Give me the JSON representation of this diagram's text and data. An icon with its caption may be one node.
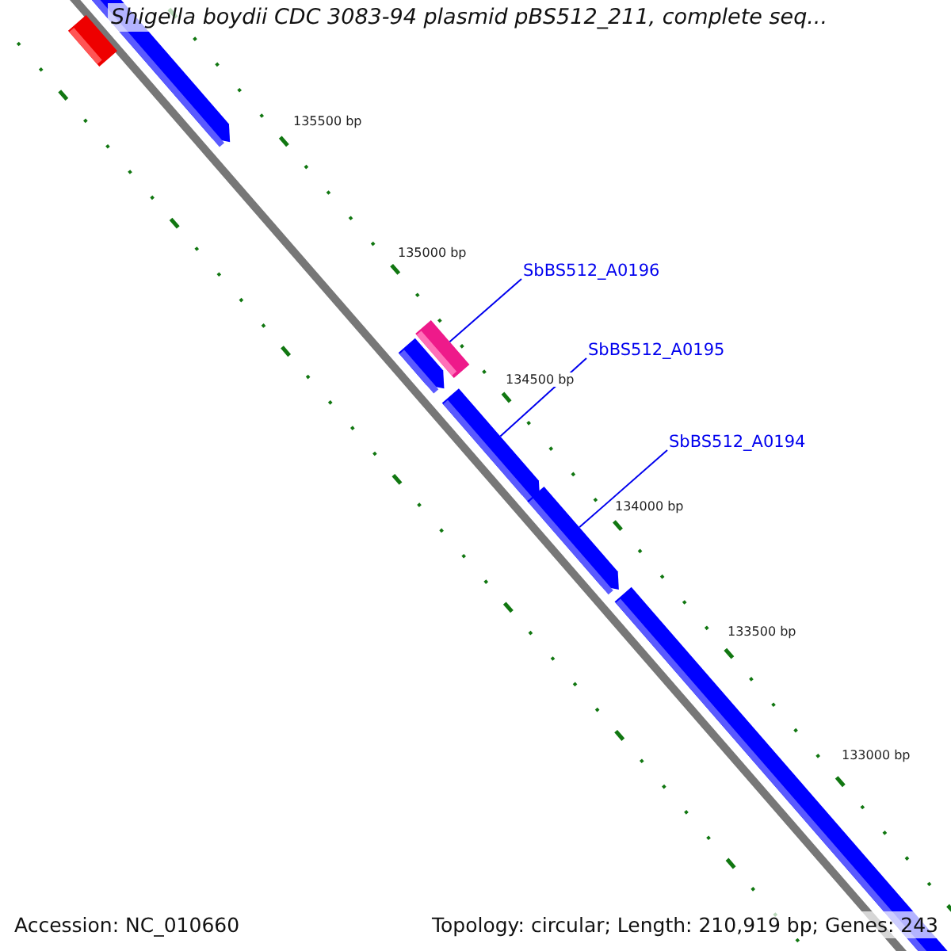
{
  "diagram": {
    "title": "Shigella boydii CDC 3083-94 plasmid pBS512_211, complete seq...",
    "nodes": [
      {
        "text": [
          "SbBS512_A0196"
        ]
      },
      {
        "text": [],
        "shape": "box"
      },
      {
        "text": [
          "SbBS512_A0195"
        ]
      },
      {
        "text": [],
        "shape": "arrow"
      },
      {
        "text": [
          "SbBS512_A0194"
        ]
      },
      {
        "text": [],
        "shape": "arrow"
      }
    ],
    "edges": [
      {
        "from": 0,
        "to": 1,
        "arrow": "none"
      },
      {
        "from": 2,
        "to": 3,
        "arrow": "none"
      },
      {
        "from": 4,
        "to": 5,
        "arrow": "none"
      }
    ],
    "labels": [
      "135500 bp",
      "135000 bp",
      "134500 bp",
      "134000 bp",
      "133500 bp",
      "133000 bp",
      "Accession: NC_010660",
      "Topology: circular; Length: 210,919 bp; Genes: 243"
    ]
  }
}
